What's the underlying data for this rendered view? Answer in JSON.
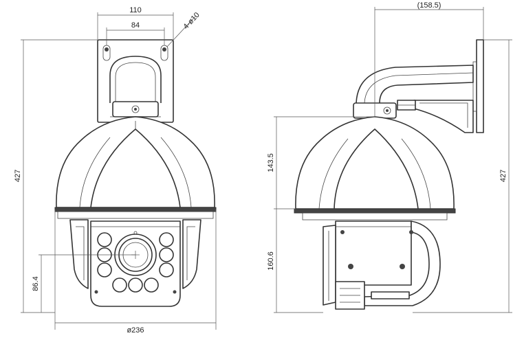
{
  "dimensions": {
    "front_bracket_width": "110",
    "front_hole_spacing": "84",
    "front_holes": "4-ø10",
    "front_total_height": "427",
    "front_lens_height": "86.4",
    "front_diameter": "ø236",
    "side_bracket_reach": "(158.5)",
    "side_dome_height": "143.5",
    "side_lower_height": "160.6",
    "side_total_height": "427"
  }
}
